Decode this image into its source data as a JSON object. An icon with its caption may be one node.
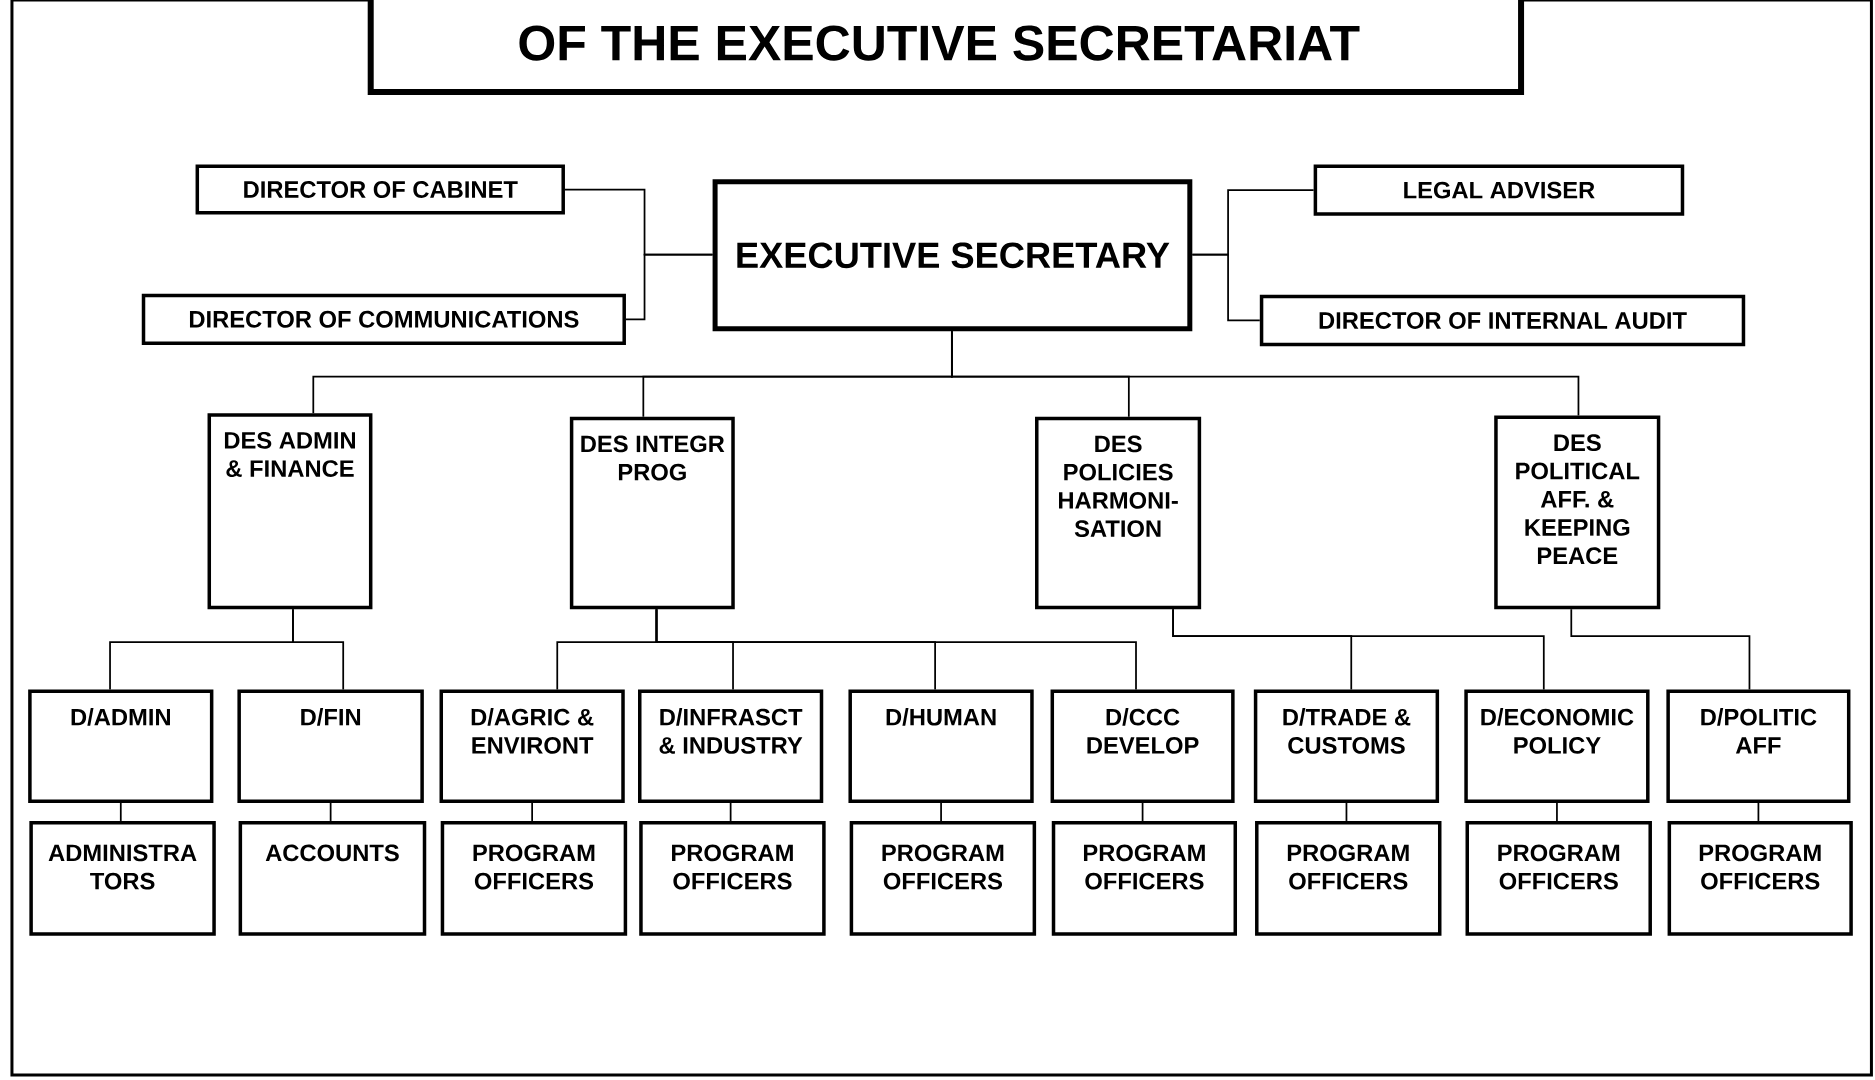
{
  "diagram": {
    "title": "OF THE EXECUTIVE SECRETARIAT",
    "nodes": [
      {
        "text": [
          "EXECUTIVE SECRETARY"
        ]
      },
      {
        "text": [
          "DIRECTOR OF CABINET"
        ]
      },
      {
        "text": [
          "DIRECTOR OF COMMUNICATIONS"
        ]
      },
      {
        "text": [
          "LEGAL ADVISER"
        ]
      },
      {
        "text": [
          "DIRECTOR OF INTERNAL AUDIT"
        ]
      },
      {
        "text": [
          "DES ADMIN & FINANCE"
        ]
      },
      {
        "text": [
          "DES INTEGR PROG"
        ]
      },
      {
        "text": [
          "DES POLICIES HARMONI- SATION"
        ]
      },
      {
        "text": [
          "DES POLITICAL AFF. & KEEPING PEACE"
        ]
      },
      {
        "text": [
          "D/ADMIN"
        ]
      },
      {
        "text": [
          "D/FIN"
        ]
      },
      {
        "text": [
          "D/AGRIC & ENVIRONT"
        ]
      },
      {
        "text": [
          "D/INFRASCT & INDUSTRY"
        ]
      },
      {
        "text": [
          "D/HUMAN"
        ]
      },
      {
        "text": [
          "D/CCC DEVELOP"
        ]
      },
      {
        "text": [
          "D/TRADE & CUSTOMS"
        ]
      },
      {
        "text": [
          "D/ECONOMIC POLICY"
        ]
      },
      {
        "text": [
          "D/POLITIC AFF"
        ]
      },
      {
        "text": [
          "ADMINISTRA TORS"
        ]
      },
      {
        "text": [
          "ACCOUNTS"
        ]
      },
      {
        "text": [
          "PROGRAM OFFICERS"
        ]
      },
      {
        "text": [
          "PROGRAM OFFICERS"
        ]
      },
      {
        "text": [
          "PROGRAM OFFICERS"
        ]
      },
      {
        "text": [
          "PROGRAM OFFICERS"
        ]
      },
      {
        "text": [
          "PROGRAM OFFICERS"
        ]
      },
      {
        "text": [
          "PROGRAM OFFICERS"
        ]
      },
      {
        "text": [
          "PROGRAM OFFICERS"
        ]
      }
    ],
    "edges": [
      {
        "from": 0,
        "to": 1,
        "arrow": "none"
      },
      {
        "from": 0,
        "to": 2,
        "arrow": "none"
      },
      {
        "from": 0,
        "to": 3,
        "arrow": "none"
      },
      {
        "from": 0,
        "to": 4,
        "arrow": "none"
      },
      {
        "from": 0,
        "to": 5,
        "arrow": "none"
      },
      {
        "from": 0,
        "to": 6,
        "arrow": "none"
      },
      {
        "from": 0,
        "to": 7,
        "arrow": "none"
      },
      {
        "from": 0,
        "to": 8,
        "arrow": "none"
      },
      {
        "from": 5,
        "to": 9,
        "arrow": "none"
      },
      {
        "from": 5,
        "to": 10,
        "arrow": "none"
      },
      {
        "from": 6,
        "to": 11,
        "arrow": "none"
      },
      {
        "from": 6,
        "to": 12,
        "arrow": "none"
      },
      {
        "from": 6,
        "to": 13,
        "arrow": "none"
      },
      {
        "from": 6,
        "to": 14,
        "arrow": "none"
      },
      {
        "from": 7,
        "to": 15,
        "arrow": "none"
      },
      {
        "from": 7,
        "to": 16,
        "arrow": "none"
      },
      {
        "from": 8,
        "to": 17,
        "arrow": "none"
      },
      {
        "from": 9,
        "to": 18,
        "arrow": "none"
      },
      {
        "from": 10,
        "to": 19,
        "arrow": "none"
      },
      {
        "from": 11,
        "to": 20,
        "arrow": "none"
      },
      {
        "from": 12,
        "to": 21,
        "arrow": "none"
      },
      {
        "from": 13,
        "to": 22,
        "arrow": "none"
      },
      {
        "from": 14,
        "to": 23,
        "arrow": "none"
      },
      {
        "from": 15,
        "to": 24,
        "arrow": "none"
      },
      {
        "from": 16,
        "to": 25,
        "arrow": "none"
      },
      {
        "from": 17,
        "to": 26,
        "arrow": "none"
      }
    ]
  }
}
